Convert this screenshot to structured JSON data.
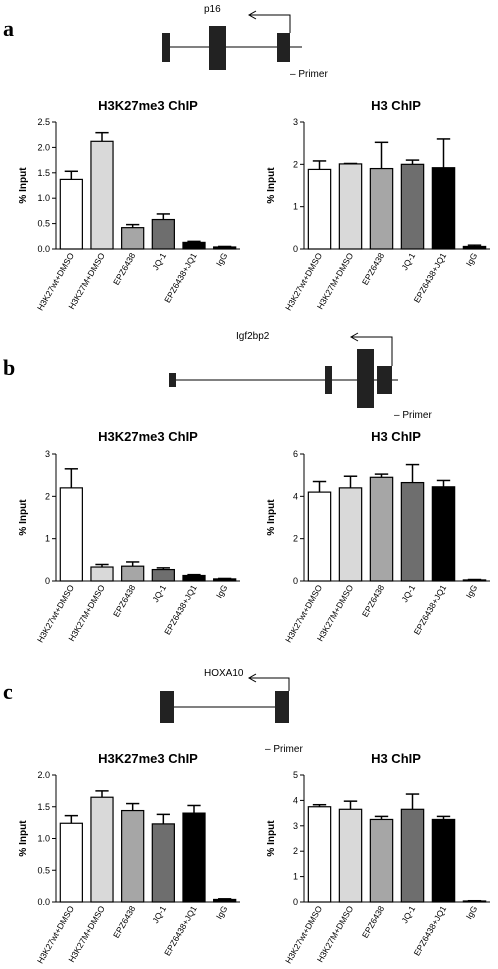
{
  "panels": [
    {
      "letter": "a",
      "gene": "p16",
      "primer": "– Primer",
      "charts": [
        {
          "title": "H3K27me3 ChIP",
          "ylabel": "% Input",
          "ylim": [
            0,
            2.5
          ],
          "ticks": [
            "0.0",
            "0.5",
            "1.0",
            "1.5",
            "2.0",
            "2.5"
          ],
          "categories": [
            "H3K27wt+DMSO",
            "H3K27M+DMSO",
            "EPZ6438",
            "JQ-1",
            "EPZ6438+JQ1",
            "IgG"
          ],
          "values": [
            1.37,
            2.12,
            0.42,
            0.58,
            0.13,
            0.04
          ],
          "errors": [
            0.16,
            0.17,
            0.06,
            0.11,
            0.02,
            0.01
          ]
        },
        {
          "title": "H3 ChIP",
          "ylabel": "% Input",
          "ylim": [
            0,
            3
          ],
          "ticks": [
            "0",
            "1",
            "2",
            "3"
          ],
          "categories": [
            "H3K27wt+DMSO",
            "H3K27M+DMSO",
            "EPZ6438",
            "JQ-1",
            "EPZ6438+JQ1",
            "IgG"
          ],
          "values": [
            1.88,
            2.01,
            1.9,
            2.0,
            1.92,
            0.06
          ],
          "errors": [
            0.2,
            0.01,
            0.62,
            0.1,
            0.68,
            0.03
          ]
        }
      ]
    },
    {
      "letter": "b",
      "gene": "Igf2bp2",
      "primer": "– Primer",
      "charts": [
        {
          "title": "H3K27me3 ChIP",
          "ylabel": "% Input",
          "ylim": [
            0,
            3
          ],
          "ticks": [
            "0",
            "1",
            "2",
            "3"
          ],
          "categories": [
            "H3K27wt+DMSO",
            "H3K27M+DMSO",
            "EPZ6438",
            "JQ-1",
            "EPZ6438+JQ1",
            "IgG"
          ],
          "values": [
            2.2,
            0.33,
            0.35,
            0.27,
            0.13,
            0.05
          ],
          "errors": [
            0.45,
            0.06,
            0.1,
            0.04,
            0.02,
            0.01
          ]
        },
        {
          "title": "H3 ChIP",
          "ylabel": "% Input",
          "ylim": [
            0,
            6
          ],
          "ticks": [
            "0",
            "2",
            "4",
            "6"
          ],
          "categories": [
            "H3K27wt+DMSO",
            "H3K27M+DMSO",
            "EPZ6438",
            "JQ-1",
            "EPZ6438+JQ1",
            "IgG"
          ],
          "values": [
            4.2,
            4.4,
            4.9,
            4.65,
            4.45,
            0.05
          ],
          "errors": [
            0.5,
            0.55,
            0.15,
            0.85,
            0.3,
            0.02
          ]
        }
      ]
    },
    {
      "letter": "c",
      "gene": "HOXA10",
      "primer": "– Primer",
      "charts": [
        {
          "title": "H3K27me3 ChIP",
          "ylabel": "% Input",
          "ylim": [
            0,
            2
          ],
          "ticks": [
            "0.0",
            "0.5",
            "1.0",
            "1.5",
            "2.0"
          ],
          "categories": [
            "H3K27wt+DMSO",
            "H3K27M+DMSO",
            "EPZ6438",
            "JQ-1",
            "EPZ6438+JQ1",
            "IgG"
          ],
          "values": [
            1.24,
            1.65,
            1.44,
            1.23,
            1.4,
            0.04
          ],
          "errors": [
            0.12,
            0.1,
            0.11,
            0.15,
            0.12,
            0.01
          ]
        },
        {
          "title": "H3 ChIP",
          "ylabel": "% Input",
          "ylim": [
            0,
            5
          ],
          "ticks": [
            "0",
            "1",
            "2",
            "3",
            "4",
            "5"
          ],
          "categories": [
            "H3K27wt+DMSO",
            "H3K27M+DMSO",
            "EPZ6438",
            "JQ-1",
            "EPZ6438+JQ1",
            "IgG"
          ],
          "values": [
            3.75,
            3.65,
            3.25,
            3.65,
            3.25,
            0.04
          ],
          "errors": [
            0.08,
            0.32,
            0.12,
            0.6,
            0.12,
            0.01
          ]
        }
      ]
    }
  ],
  "bar_colors": [
    "#ffffff",
    "#d9d9d9",
    "#a6a6a6",
    "#6e6e6e",
    "#000000",
    "#000000"
  ],
  "chart_data": [
    {
      "type": "bar",
      "title": "H3K27me3 ChIP",
      "ylabel": "% Input",
      "ylim": [
        0,
        2.5
      ],
      "categories": [
        "H3K27wt+DMSO",
        "H3K27M+DMSO",
        "EPZ6438",
        "JQ-1",
        "EPZ6438+JQ1",
        "IgG"
      ],
      "values": [
        1.37,
        2.12,
        0.42,
        0.58,
        0.13,
        0.04
      ],
      "errors": [
        0.16,
        0.17,
        0.06,
        0.11,
        0.02,
        0.01
      ],
      "grid": false
    },
    {
      "type": "bar",
      "title": "H3 ChIP",
      "ylabel": "% Input",
      "ylim": [
        0,
        3
      ],
      "categories": [
        "H3K27wt+DMSO",
        "H3K27M+DMSO",
        "EPZ6438",
        "JQ-1",
        "EPZ6438+JQ1",
        "IgG"
      ],
      "values": [
        1.88,
        2.01,
        1.9,
        2.0,
        1.92,
        0.06
      ],
      "errors": [
        0.2,
        0.01,
        0.62,
        0.1,
        0.68,
        0.03
      ],
      "grid": false
    },
    {
      "type": "bar",
      "title": "H3K27me3 ChIP",
      "ylabel": "% Input",
      "ylim": [
        0,
        3
      ],
      "categories": [
        "H3K27wt+DMSO",
        "H3K27M+DMSO",
        "EPZ6438",
        "JQ-1",
        "EPZ6438+JQ1",
        "IgG"
      ],
      "values": [
        2.2,
        0.33,
        0.35,
        0.27,
        0.13,
        0.05
      ],
      "errors": [
        0.45,
        0.06,
        0.1,
        0.04,
        0.02,
        0.01
      ],
      "grid": false
    },
    {
      "type": "bar",
      "title": "H3 ChIP",
      "ylabel": "% Input",
      "ylim": [
        0,
        6
      ],
      "categories": [
        "H3K27wt+DMSO",
        "H3K27M+DMSO",
        "EPZ6438",
        "JQ-1",
        "EPZ6438+JQ1",
        "IgG"
      ],
      "values": [
        4.2,
        4.4,
        4.9,
        4.65,
        4.45,
        0.05
      ],
      "errors": [
        0.5,
        0.55,
        0.15,
        0.85,
        0.3,
        0.02
      ],
      "grid": false
    },
    {
      "type": "bar",
      "title": "H3K27me3 ChIP",
      "ylabel": "% Input",
      "ylim": [
        0,
        2
      ],
      "categories": [
        "H3K27wt+DMSO",
        "H3K27M+DMSO",
        "EPZ6438",
        "JQ-1",
        "EPZ6438+JQ1",
        "IgG"
      ],
      "values": [
        1.24,
        1.65,
        1.44,
        1.23,
        1.4,
        0.04
      ],
      "errors": [
        0.12,
        0.1,
        0.11,
        0.15,
        0.12,
        0.01
      ],
      "grid": false
    },
    {
      "type": "bar",
      "title": "H3 ChIP",
      "ylabel": "% Input",
      "ylim": [
        0,
        5
      ],
      "categories": [
        "H3K27wt+DMSO",
        "H3K27M+DMSO",
        "EPZ6438",
        "JQ-1",
        "EPZ6438+JQ1",
        "IgG"
      ],
      "values": [
        3.75,
        3.65,
        3.25,
        3.65,
        3.25,
        0.04
      ],
      "errors": [
        0.08,
        0.32,
        0.12,
        0.6,
        0.12,
        0.01
      ],
      "grid": false
    }
  ]
}
